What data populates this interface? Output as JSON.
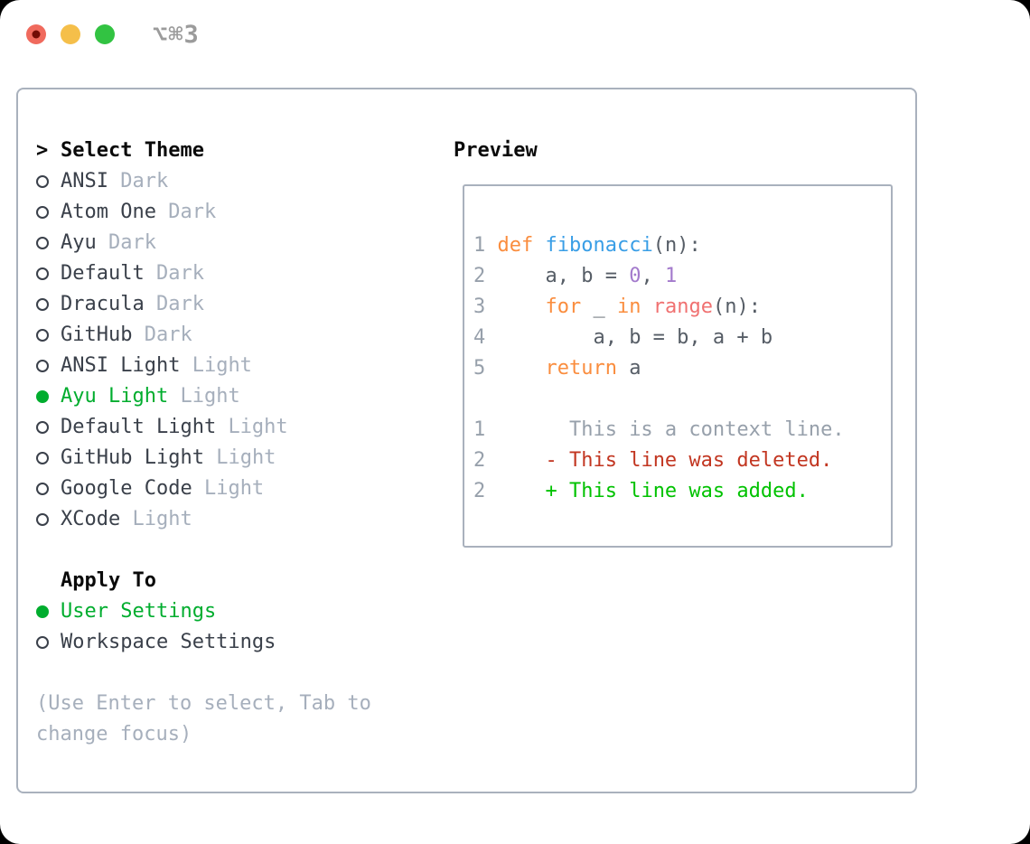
{
  "window": {
    "title": "⌥⌘3",
    "traffic_lights": [
      "close",
      "minimize",
      "zoom"
    ]
  },
  "theme_selector": {
    "prompt": ">",
    "title": "Select Theme",
    "items": [
      {
        "name": "ANSI",
        "variant": "Dark",
        "selected": false
      },
      {
        "name": "Atom One",
        "variant": "Dark",
        "selected": false
      },
      {
        "name": "Ayu",
        "variant": "Dark",
        "selected": false
      },
      {
        "name": "Default",
        "variant": "Dark",
        "selected": false
      },
      {
        "name": "Dracula",
        "variant": "Dark",
        "selected": false
      },
      {
        "name": "GitHub",
        "variant": "Dark",
        "selected": false
      },
      {
        "name": "ANSI Light",
        "variant": "Light",
        "selected": false
      },
      {
        "name": "Ayu Light",
        "variant": "Light",
        "selected": true
      },
      {
        "name": "Default Light",
        "variant": "Light",
        "selected": false
      },
      {
        "name": "GitHub Light",
        "variant": "Light",
        "selected": false
      },
      {
        "name": "Google Code",
        "variant": "Light",
        "selected": false
      },
      {
        "name": "XCode",
        "variant": "Light",
        "selected": false
      }
    ],
    "apply_to": {
      "title": "Apply To",
      "options": [
        {
          "label": "User Settings",
          "selected": true
        },
        {
          "label": "Workspace Settings",
          "selected": false
        }
      ]
    },
    "help": "(Use Enter to select, Tab to change focus)"
  },
  "preview": {
    "title": "Preview",
    "lines": [
      [
        [
          "1 ",
          "ln"
        ],
        [
          "def",
          "kw"
        ],
        [
          " ",
          "d"
        ],
        [
          "fibonacci",
          "fn"
        ],
        [
          "(n):",
          "d"
        ]
      ],
      [
        [
          "2",
          "ln"
        ],
        [
          "     a, b = ",
          "d"
        ],
        [
          "0",
          "num"
        ],
        [
          ", ",
          "d"
        ],
        [
          "1",
          "num"
        ]
      ],
      [
        [
          "3",
          "ln"
        ],
        [
          "     ",
          "d"
        ],
        [
          "for",
          "kw"
        ],
        [
          " _ ",
          "d"
        ],
        [
          "in",
          "kw"
        ],
        [
          " ",
          "d"
        ],
        [
          "range",
          "coral"
        ],
        [
          "(n):",
          "d"
        ]
      ],
      [
        [
          "4",
          "ln"
        ],
        [
          "         a, b = b, a + b",
          "d"
        ]
      ],
      [
        [
          "5",
          "ln"
        ],
        [
          "     ",
          "d"
        ],
        [
          "return",
          "kw"
        ],
        [
          " a",
          "d"
        ]
      ],
      [],
      [
        [
          "1",
          "ln"
        ],
        [
          "       This is a context line.",
          "ctx"
        ]
      ],
      [
        [
          "2",
          "ln"
        ],
        [
          "     ",
          "d"
        ],
        [
          "- This line was deleted.",
          "del"
        ]
      ],
      [
        [
          "2",
          "ln"
        ],
        [
          "     ",
          "d"
        ],
        [
          "+ This line was added.",
          "add"
        ]
      ]
    ]
  },
  "colors": {
    "selected_green": "#00ad2e",
    "added_green": "#00c200",
    "deleted_red": "#c23621",
    "context_gray": "#97a0ab",
    "keyword_orange": "#fa8d3e",
    "function_blue": "#399ee6",
    "number_purple": "#a37acc",
    "builtin_coral": "#f07171",
    "code_default": "#565d66",
    "item_dark": "#3a404a",
    "muted_gray": "#a6afbc",
    "panel_border": "#a9b1bd",
    "title_gray": "#9b9b9b",
    "traffic_red": "#f06a5d",
    "traffic_yellow": "#f5bf4a",
    "traffic_green": "#32c342"
  }
}
